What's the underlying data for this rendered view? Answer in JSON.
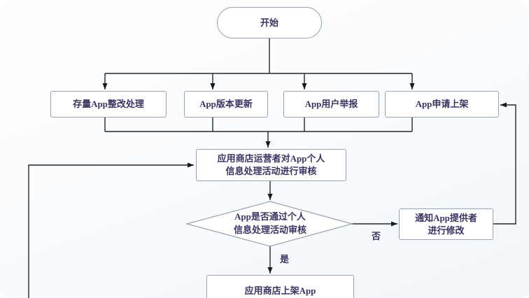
{
  "diagram": {
    "type": "flowchart",
    "nodes": {
      "start": "开始",
      "existing_app_rectification": "存量App整改处理",
      "app_version_update": "App版本更新",
      "app_user_report": "App用户举报",
      "app_apply_listing": "App申请上架",
      "store_review": "应用商店运营者对App个人\n信息处理活动进行审核",
      "decision_pass_review": "App是否通过个人\n信息处理活动审核",
      "notify_provider_modify": "通知App提供者\n进行修改",
      "store_publish_app": "应用商店上架App"
    },
    "edge_labels": {
      "no": "否",
      "yes": "是"
    },
    "colors": {
      "connector": "#23272d",
      "arrowhead": "#15181c",
      "node_border": "#9aa3ad",
      "node_fill": "#ffffff",
      "text": "#3a3560",
      "background": "#f8fbfd"
    }
  }
}
